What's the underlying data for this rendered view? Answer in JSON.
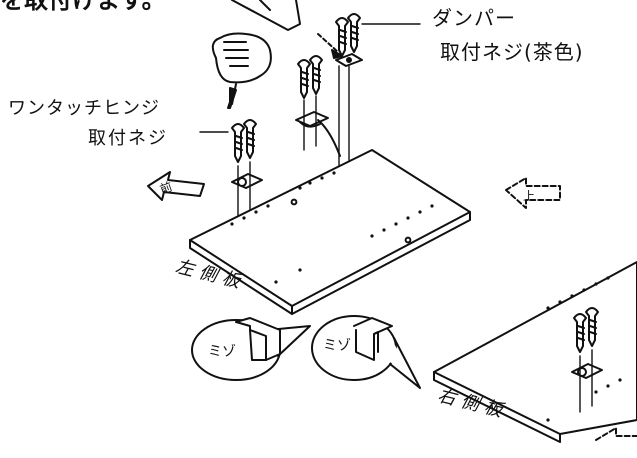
{
  "heading": "を取付けます。",
  "labels": {
    "damper_line1": "ダンパー",
    "damper_line2": "取付ネジ(茶色)",
    "hinge_line1": "ワンタッチヒンジ",
    "hinge_line2": "取付ネジ",
    "left_panel": "左側板",
    "right_panel": "右側板",
    "groove_left": "ミゾ",
    "groove_right": "ミゾ",
    "front_arrow": "前",
    "up_arrow": "上"
  },
  "colors": {
    "ink": "#111111",
    "paper": "#ffffff",
    "fill_gray": "#dddddd"
  }
}
